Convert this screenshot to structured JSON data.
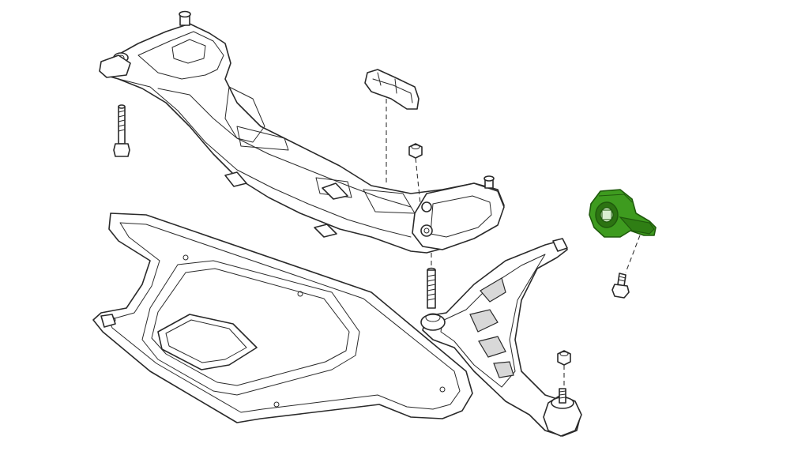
{
  "diagram": {
    "parts": [
      {
        "id": "subframe",
        "icon": "front-subframe-crossmember"
      },
      {
        "id": "mount-bracket",
        "icon": "rubber-mount-bracket"
      },
      {
        "id": "nut-top",
        "icon": "hex-nut"
      },
      {
        "id": "bolt-left",
        "icon": "long-bolt"
      },
      {
        "id": "skid-plate",
        "icon": "underbody-shield"
      },
      {
        "id": "stud-bolt",
        "icon": "stud-bolt"
      },
      {
        "id": "control-arm",
        "icon": "wishbone-control-arm"
      },
      {
        "id": "nut-arm",
        "icon": "hex-nut"
      },
      {
        "id": "bushing",
        "icon": "control-arm-bushing",
        "highlighted": true
      },
      {
        "id": "bolt-bushing",
        "icon": "short-bolt"
      }
    ],
    "colors": {
      "highlight": "#3e9b1f",
      "highlight_dark": "#1f5a0c",
      "line": "#2a2a2a",
      "background": "#ffffff"
    }
  }
}
